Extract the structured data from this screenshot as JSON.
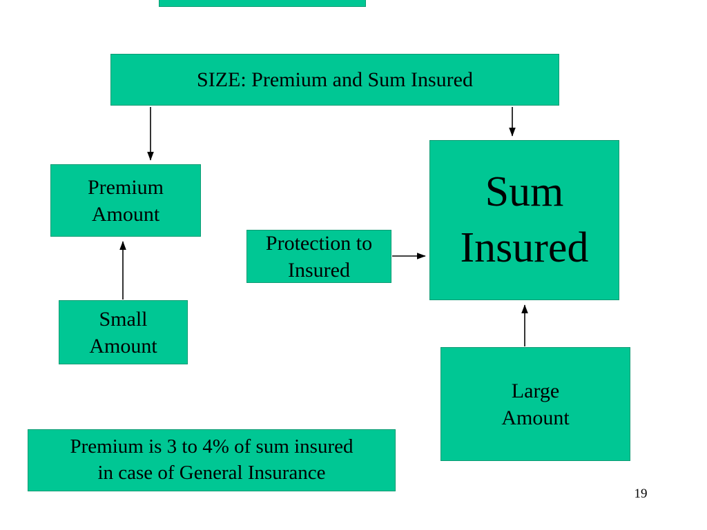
{
  "slide": {
    "accent_color": "#00c794",
    "border_color": "#0b9a72",
    "page_number": "19"
  },
  "diagram": {
    "title": "SIZE: Premium and Sum Insured",
    "premium_amount": "Premium\nAmount",
    "small_amount": "Small\nAmount",
    "protection": "Protection to\nInsured",
    "sum_insured": "Sum\nInsured",
    "large_amount": "Large\nAmount",
    "note": "Premium is 3 to 4% of sum insured\nin case of General Insurance"
  }
}
